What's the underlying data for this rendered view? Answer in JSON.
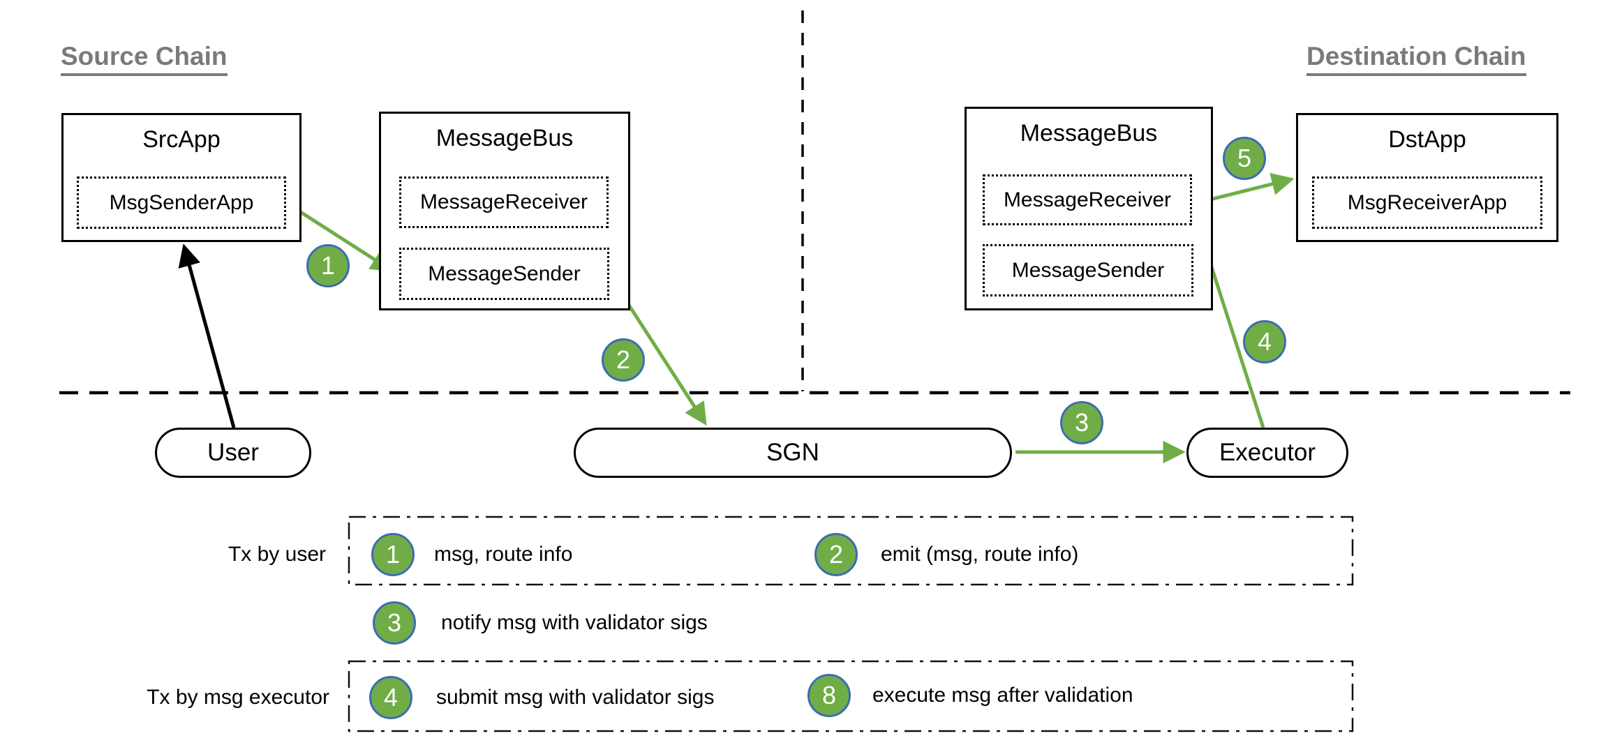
{
  "headings": {
    "source": "Source Chain",
    "destination": "Destination Chain"
  },
  "boxes": {
    "src_app": {
      "title": "SrcApp",
      "inner": [
        "MsgSenderApp"
      ]
    },
    "message_bus_src": {
      "title": "MessageBus",
      "inner": [
        "MessageReceiver",
        "MessageSender"
      ]
    },
    "message_bus_dst": {
      "title": "MessageBus",
      "inner": [
        "MessageReceiver",
        "MessageSender"
      ]
    },
    "dst_app": {
      "title": "DstApp",
      "inner": [
        "MsgReceiverApp"
      ]
    }
  },
  "pills": {
    "user": "User",
    "sgn": "SGN",
    "executor": "Executor"
  },
  "steps": {
    "s1": "1",
    "s2": "2",
    "s3": "3",
    "s4": "4",
    "s5": "5"
  },
  "legend": {
    "row1_label": "Tx by user",
    "row2_label": "Tx by msg executor",
    "items": [
      {
        "num": "1",
        "text": "msg, route info"
      },
      {
        "num": "2",
        "text": "emit (msg, route info)"
      },
      {
        "num": "3",
        "text": "notify msg with validator sigs"
      },
      {
        "num": "4",
        "text": "submit msg with validator sigs"
      },
      {
        "num": "8",
        "text": "execute msg after validation"
      }
    ]
  },
  "colors": {
    "step_badge_fill": "#70ad47",
    "step_badge_border": "#3e6cb0",
    "arrow_green": "#70ad47",
    "heading_gray": "#7a7a7a",
    "line_black": "#000000"
  }
}
